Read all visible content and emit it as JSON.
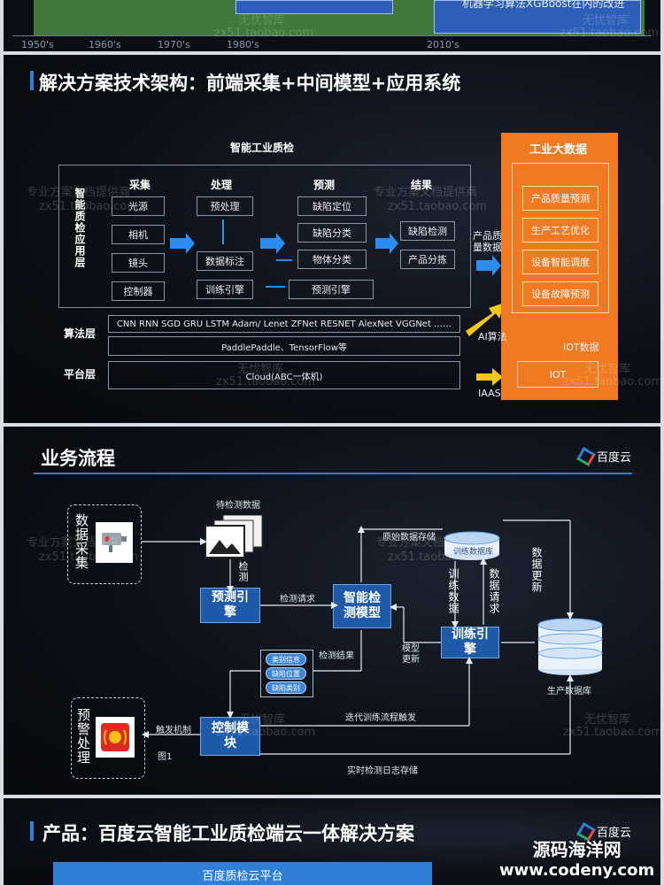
{
  "top_fragment": {
    "box_text": "机器学习算法XGBoost在内的改进",
    "years": [
      "1950's",
      "1960's",
      "1970's",
      "1980's",
      "2010's"
    ],
    "watermarks": [
      "无忧智库",
      "zx51.taobao.com",
      "无忧智库",
      "zx51.taobao.com"
    ]
  },
  "slide1": {
    "title": "解决方案技术架构：前端采集+中间模型+应用系统",
    "diagram_title": "智能工业质检",
    "app_layer": "智能质检应用层",
    "algo_layer": "算法层",
    "platform_layer": "平台层",
    "col_collect": "采集",
    "col_process": "处理",
    "col_predict": "预测",
    "col_result": "结果",
    "collect_items": [
      "光源",
      "相机",
      "镜头",
      "控制器"
    ],
    "process_items": [
      "预处理",
      "数据标注",
      "训练引擎"
    ],
    "predict_items": [
      "缺陷定位",
      "缺陷分类",
      "物体分类",
      "预测引擎"
    ],
    "result_items": [
      "缺陷检测",
      "产品分拣"
    ],
    "algo_line1": "CNN RNN SGD GRU LSTM Adam/ Lenet ZFNet RESNET AlexNet VGGNet ……",
    "algo_line2": "PaddlePaddle、TensorFlow等",
    "platform_line": "Cloud(ABC一体机)",
    "bigdata_title": "工业大数据",
    "bigdata_items": [
      "产品质量预测",
      "生产工艺优化",
      "设备智能调度",
      "设备故障预测"
    ],
    "iot_box": "IOT",
    "iot_label": "IOT数据",
    "product_quality_label": "产品质量数据",
    "ai_algo_label": "AI算法",
    "iaas_label": "IAAS",
    "watermarks": [
      "专业方案文档提供商",
      "zx51.taobao.com",
      "专业方案文档提供商",
      "zx51.taobao.com",
      "无忧智库",
      "zx51.taobao.com",
      "无忧智库",
      "zx51.taobao.com"
    ]
  },
  "slide2": {
    "title": "业务流程",
    "logo_text": "百度云",
    "data_collect": "数据采集",
    "pending_data": "待检测数据",
    "detect": "检测",
    "predict_engine": "预测引擎",
    "detect_request": "检测请求",
    "smart_model": "智能检测模型",
    "raw_storage": "原始数据存储",
    "train_db": "训练数据库",
    "train_data": "训练数据",
    "data_request": "数据请求",
    "data_update": "数据更新",
    "train_engine": "训练引擎",
    "model_update": "模型更新",
    "detect_result": "检测结果",
    "result_tags": [
      "类别信息",
      "缺陷位置",
      "缺陷类别"
    ],
    "production_db": "生产数据库",
    "iterate_trigger": "迭代训练流程触发",
    "control_module": "控制模块",
    "trigger_mech": "触发机制",
    "fig_label": "图1",
    "warning": "预警处理",
    "realtime_log": "实时检测日志存储",
    "watermarks": [
      "专业方案文档提供商",
      "zx51.taobao.com",
      "专业方案文档提供商",
      "zx51.taobao.com",
      "无忧智库",
      "zx51.taobao.com",
      "无忧智库",
      "zx51.taobao.com"
    ]
  },
  "slide3": {
    "title": "产品：百度云智能工业质检端云一体解决方案",
    "logo_text": "百度云",
    "cloud_platform": "百度质检云平台",
    "wm_line1": "源码海洋网",
    "wm_line2": "www.codeny.com"
  },
  "colors": {
    "orange": "#f07a22",
    "blue_box": "#1f5aa8",
    "accent": "#2f7fd8",
    "arrow_yellow": "#f5c518"
  }
}
